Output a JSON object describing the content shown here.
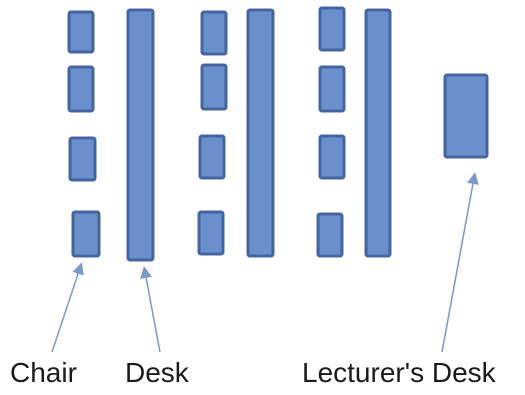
{
  "labels": {
    "chair": "Chair",
    "desk": "Desk",
    "lecturer_desk": "Lecturer's Desk"
  },
  "colors": {
    "fill": "#6a8fcd",
    "stroke": "#44659f",
    "arrow": "#7a98cc",
    "text": "#1a1a1a"
  },
  "layout": {
    "desk_columns": 3,
    "chairs_per_column": 4,
    "lecturer_desks": 1
  }
}
